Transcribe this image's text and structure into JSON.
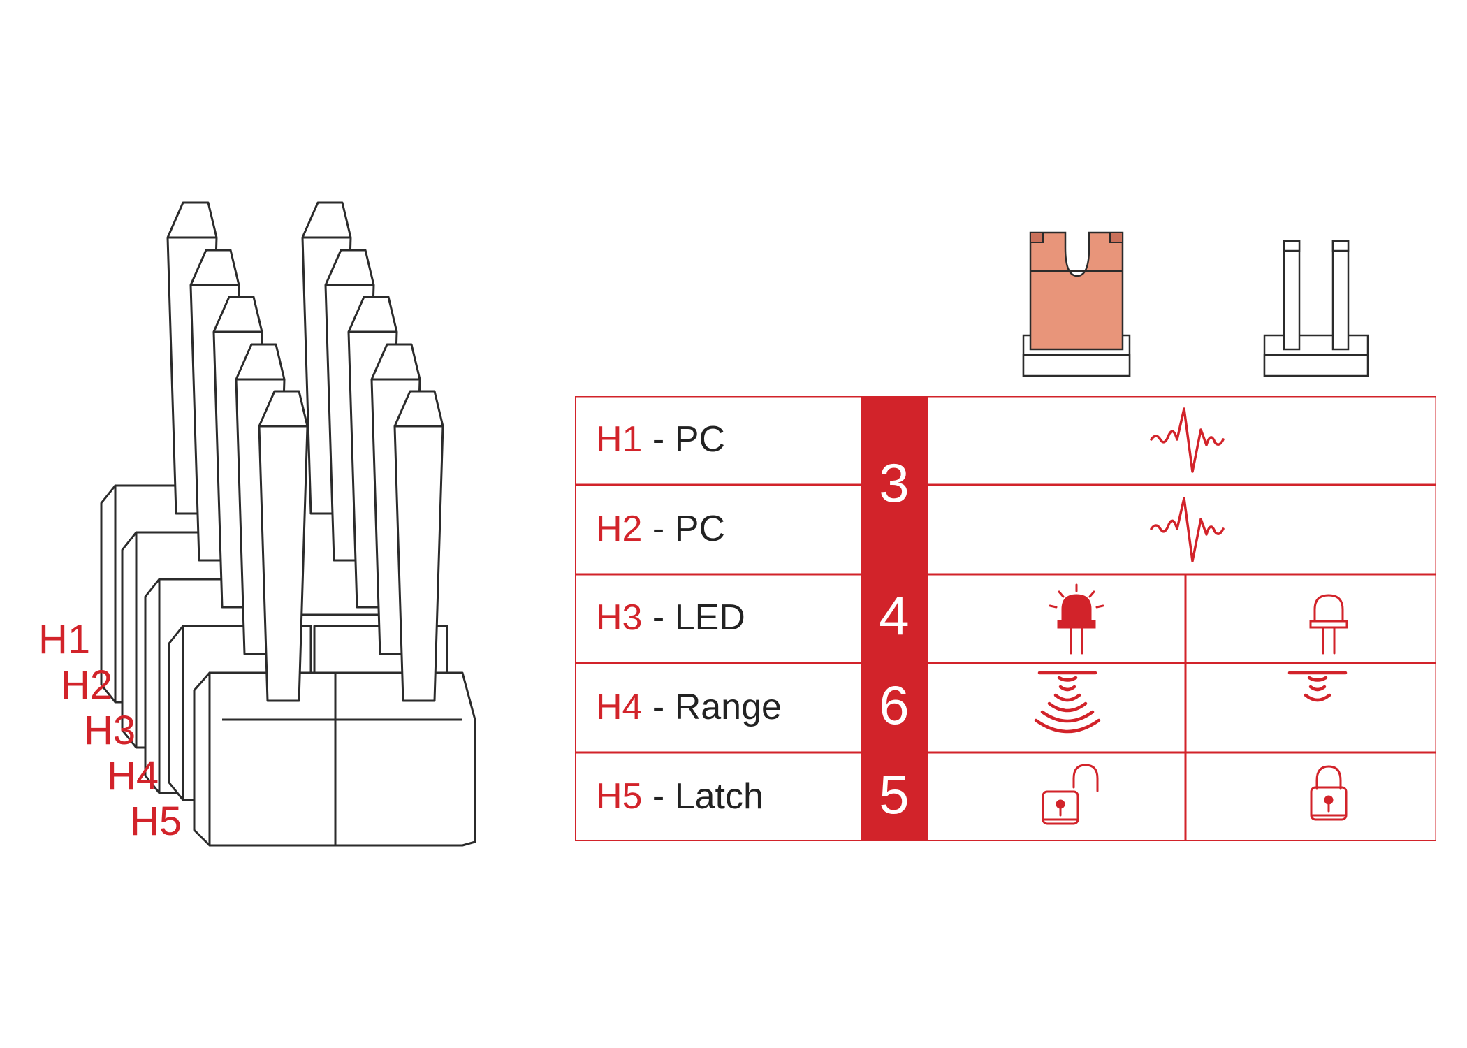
{
  "colors": {
    "accent": "#d2232a",
    "jumper_fill": "#e8957a",
    "outline": "#2b2b2b",
    "text": "#222222"
  },
  "header_labels": [
    "H1",
    "H2",
    "H3",
    "H4",
    "H5"
  ],
  "legend": {
    "jumper_on_icon": "jumper-installed-icon",
    "jumper_off_icon": "jumper-removed-icon"
  },
  "table": {
    "rows": [
      {
        "code": "H1",
        "separator": " - ",
        "name": "PC",
        "icon_on": "pulse-waveform-icon",
        "icon_off": ""
      },
      {
        "code": "H2",
        "separator": " - ",
        "name": "PC",
        "icon_on": "pulse-waveform-icon",
        "icon_off": ""
      },
      {
        "code": "H3",
        "separator": " - ",
        "name": "LED",
        "icon_on": "led-lit-icon",
        "icon_off": "led-off-icon"
      },
      {
        "code": "H4",
        "separator": " - ",
        "name": "Range",
        "icon_on": "range-long-icon",
        "icon_off": "range-short-icon"
      },
      {
        "code": "H5",
        "separator": " - ",
        "name": "Latch",
        "icon_on": "padlock-open-icon",
        "icon_off": "padlock-closed-icon"
      }
    ],
    "numbers": [
      "3",
      "4",
      "6",
      "5"
    ]
  }
}
